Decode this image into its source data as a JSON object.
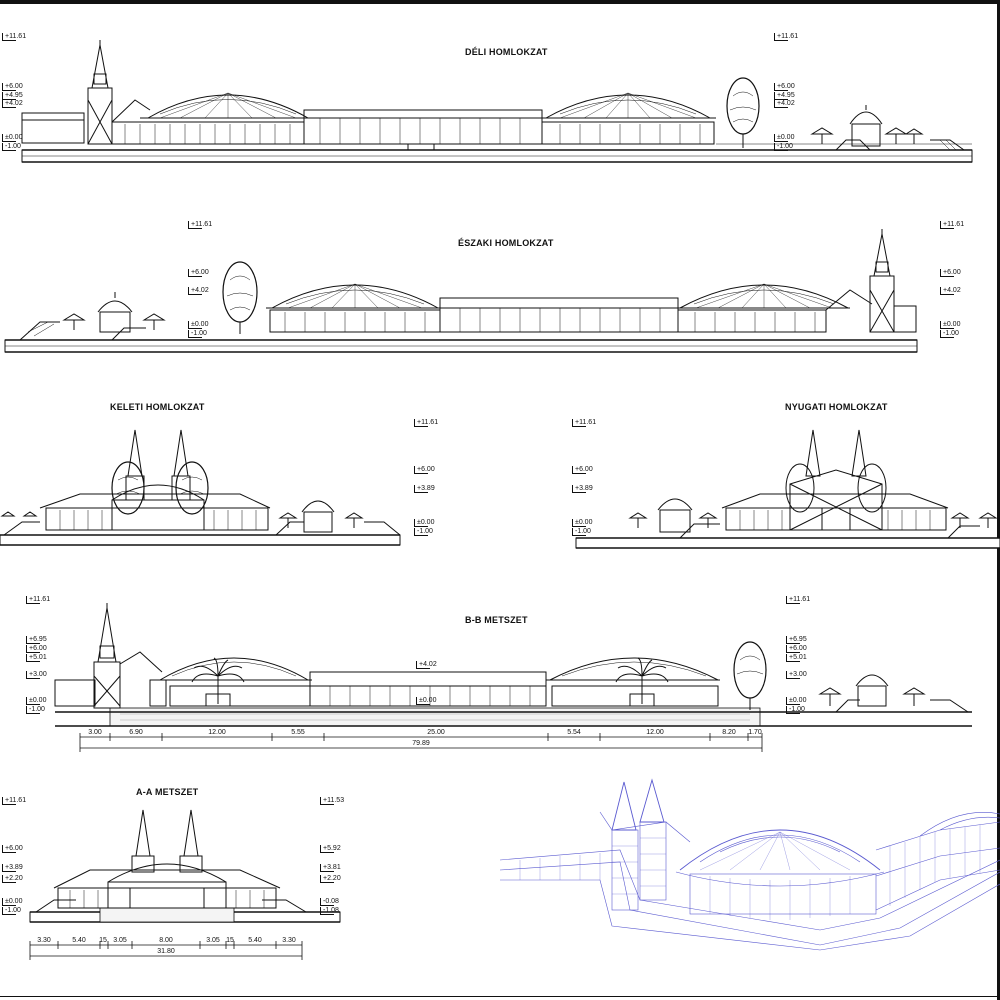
{
  "titles": {
    "south": "DÉLI HOMLOKZAT",
    "north": "ÉSZAKI HOMLOKZAT",
    "east": "KELETI HOMLOKZAT",
    "west": "NYUGATI HOMLOKZAT",
    "section_bb": "B-B METSZET",
    "section_aa": "A-A METSZET"
  },
  "levels": {
    "south_left": [
      "+11.61",
      "+6.00",
      "+4.95",
      "+4.02",
      "±0.00",
      "-1.00"
    ],
    "south_right": [
      "+11.61",
      "+6.00",
      "+4.95",
      "+4.02",
      "±0.00",
      "-1.00"
    ],
    "north_left": [
      "+11.61",
      "+6.00",
      "+4.02",
      "±0.00",
      "-1.00"
    ],
    "north_right": [
      "+11.61",
      "+6.00",
      "+4.02",
      "±0.00",
      "-1.00"
    ],
    "east": [
      "+11.61",
      "+6.00",
      "+3.89",
      "±0.00",
      "-1.00"
    ],
    "west": [
      "+11.61",
      "+6.00",
      "+3.89",
      "±0.00",
      "-1.00"
    ],
    "bb_left": [
      "+11.61",
      "+6.95",
      "+6.00",
      "+5.01",
      "+3.00",
      "±0.00",
      "-1.00"
    ],
    "bb_right": [
      "+11.61",
      "+6.95",
      "+6.00",
      "+5.01",
      "+3.00",
      "±0.00",
      "-1.00"
    ],
    "bb_center": [
      "+4.02",
      "±0.00"
    ],
    "aa_left": [
      "+11.61",
      "+6.00",
      "+3.89",
      "+2.20",
      "±0.00",
      "-1.00"
    ],
    "aa_right": [
      "+11.53",
      "+5.92",
      "+3.81",
      "+2.20",
      "-0.08",
      "-1.08"
    ]
  },
  "dimensions": {
    "bb_segments": [
      "3.00",
      "6.90",
      "12.00",
      "5.55",
      "25.00",
      "5.54",
      "12.00",
      "8.20",
      "1.70"
    ],
    "bb_total": "79.89",
    "aa_segments": [
      "3.30",
      "5.40",
      "15",
      "3.05",
      "8.00",
      "3.05",
      "15",
      "5.40",
      "3.30"
    ],
    "aa_total": "31.80"
  },
  "colors": {
    "ink": "#111111",
    "render_line": "#5a5ad0"
  }
}
